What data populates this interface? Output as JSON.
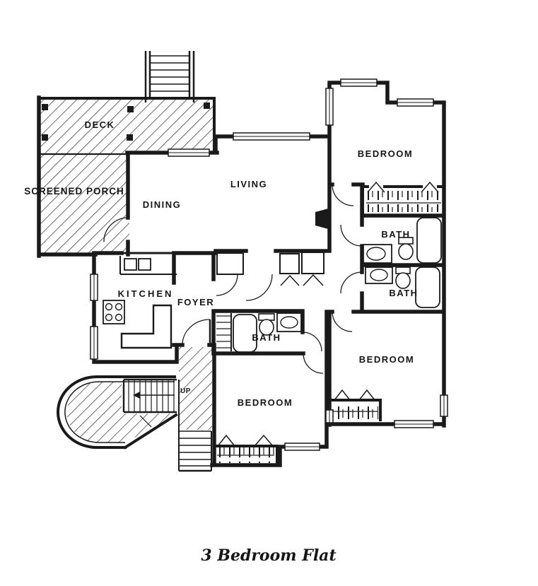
{
  "caption": "3 Bedroom Flat",
  "rooms": {
    "deck": "DECK",
    "screened_porch": "SCREENED PORCH",
    "dining": "DINING",
    "living": "LIVING",
    "kitchen": "KITCHEN",
    "foyer": "FOYER",
    "bedroom_upper": "BEDROOM",
    "bedroom_right": "BEDROOM",
    "bedroom_lower": "BEDROOM",
    "bath_upper": "BATH",
    "bath_middle": "BATH",
    "bath_entry": "BATH",
    "stairs": "UP"
  },
  "colors": {
    "ink": "#1a1a1a",
    "paper": "#ffffff"
  }
}
